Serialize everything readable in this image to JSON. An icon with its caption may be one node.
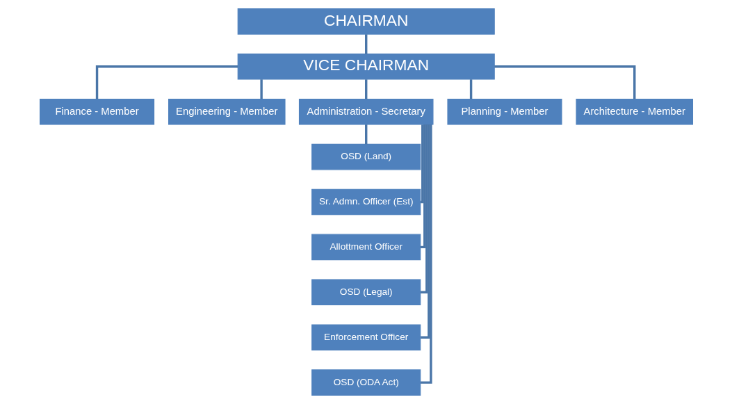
{
  "diagram": {
    "nodes": [
      {
        "text": [
          "CHAIRMAN"
        ]
      },
      {
        "text": [
          "VICE CHAIRMAN"
        ]
      },
      {
        "text": [
          "Finance - Member"
        ]
      },
      {
        "text": [
          "Engineering - Member"
        ]
      },
      {
        "text": [
          "Administration - Secretary"
        ]
      },
      {
        "text": [
          "Planning - Member"
        ]
      },
      {
        "text": [
          "Architecture - Member"
        ]
      },
      {
        "text": [
          "OSD (Land)"
        ]
      },
      {
        "text": [
          "Sr. Admn. Officer (Est)"
        ]
      },
      {
        "text": [
          "Allottment Officer"
        ]
      },
      {
        "text": [
          "OSD (Legal)"
        ]
      },
      {
        "text": [
          "Enforcement Officer"
        ]
      },
      {
        "text": [
          "OSD (ODA Act)"
        ]
      }
    ],
    "edges": [
      {
        "from": 0,
        "to": 1,
        "arrow": "none"
      },
      {
        "from": 1,
        "to": 2,
        "arrow": "none"
      },
      {
        "from": 1,
        "to": 3,
        "arrow": "none"
      },
      {
        "from": 1,
        "to": 4,
        "arrow": "none"
      },
      {
        "from": 1,
        "to": 5,
        "arrow": "none"
      },
      {
        "from": 1,
        "to": 6,
        "arrow": "none"
      },
      {
        "from": 4,
        "to": 7,
        "arrow": "none"
      },
      {
        "from": 4,
        "to": 8,
        "arrow": "none"
      },
      {
        "from": 4,
        "to": 9,
        "arrow": "none"
      },
      {
        "from": 4,
        "to": 10,
        "arrow": "none"
      },
      {
        "from": 4,
        "to": 11,
        "arrow": "none"
      },
      {
        "from": 4,
        "to": 12,
        "arrow": "none"
      }
    ]
  }
}
